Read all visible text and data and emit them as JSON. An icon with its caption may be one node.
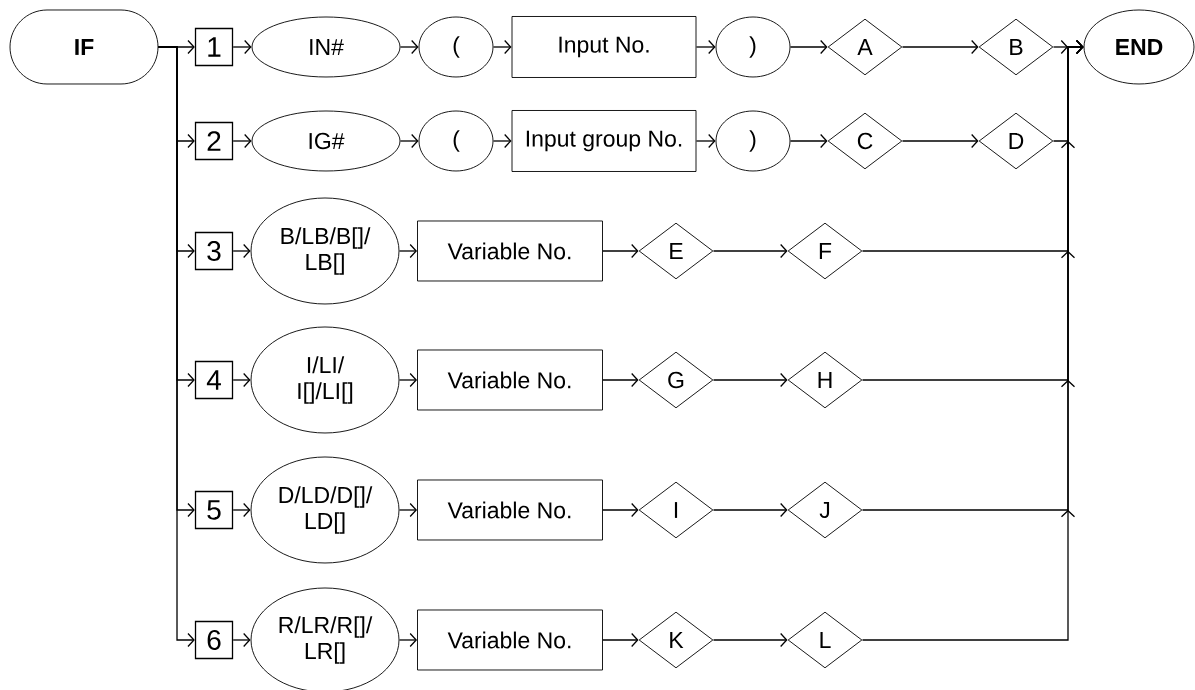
{
  "diagram": {
    "nodes": [
      {
        "text": [
          "IF"
        ]
      },
      {
        "text": [
          "1"
        ]
      },
      {
        "text": [
          "IN#"
        ]
      },
      {
        "text": [
          "("
        ]
      },
      {
        "text": [
          "Input No."
        ]
      },
      {
        "text": [
          ")"
        ]
      },
      {
        "text": [
          "A"
        ]
      },
      {
        "text": [
          "B"
        ]
      },
      {
        "text": [
          "END"
        ]
      },
      {
        "text": [
          "2"
        ]
      },
      {
        "text": [
          "IG#"
        ]
      },
      {
        "text": [
          "("
        ]
      },
      {
        "text": [
          "Input group No."
        ]
      },
      {
        "text": [
          ")"
        ]
      },
      {
        "text": [
          "C"
        ]
      },
      {
        "text": [
          "D"
        ]
      },
      {
        "text": [
          "3"
        ]
      },
      {
        "text": [
          "B/LB/B[]/ LB[]"
        ]
      },
      {
        "text": [
          "Variable No."
        ]
      },
      {
        "text": [
          "E"
        ]
      },
      {
        "text": [
          "F"
        ]
      },
      {
        "text": [
          "4"
        ]
      },
      {
        "text": [
          "I/LI/ I[]/LI[]"
        ]
      },
      {
        "text": [
          "Variable No."
        ]
      },
      {
        "text": [
          "G"
        ]
      },
      {
        "text": [
          "H"
        ]
      },
      {
        "text": [
          "5"
        ]
      },
      {
        "text": [
          "D/LD/D[]/ LD[]"
        ]
      },
      {
        "text": [
          "Variable No."
        ]
      },
      {
        "text": [
          "I"
        ]
      },
      {
        "text": [
          "J"
        ]
      },
      {
        "text": [
          "6"
        ]
      },
      {
        "text": [
          "R/LR/R[]/ LR[]"
        ]
      },
      {
        "text": [
          "Variable No."
        ]
      },
      {
        "text": [
          "K"
        ]
      },
      {
        "text": [
          "L"
        ]
      }
    ],
    "edges": [
      {
        "from": 0,
        "to": 1,
        "arrow": "to"
      },
      {
        "from": 0,
        "to": 9,
        "arrow": "to"
      },
      {
        "from": 0,
        "to": 16,
        "arrow": "to"
      },
      {
        "from": 0,
        "to": 21,
        "arrow": "to"
      },
      {
        "from": 0,
        "to": 26,
        "arrow": "to"
      },
      {
        "from": 0,
        "to": 31,
        "arrow": "to"
      },
      {
        "from": 1,
        "to": 2,
        "arrow": "to"
      },
      {
        "from": 2,
        "to": 3,
        "arrow": "to"
      },
      {
        "from": 3,
        "to": 4,
        "arrow": "to"
      },
      {
        "from": 4,
        "to": 5,
        "arrow": "to"
      },
      {
        "from": 5,
        "to": 6,
        "arrow": "to"
      },
      {
        "from": 6,
        "to": 7,
        "arrow": "to"
      },
      {
        "from": 7,
        "to": 8,
        "arrow": "to"
      },
      {
        "from": 9,
        "to": 10,
        "arrow": "to"
      },
      {
        "from": 10,
        "to": 11,
        "arrow": "to"
      },
      {
        "from": 11,
        "to": 12,
        "arrow": "to"
      },
      {
        "from": 12,
        "to": 13,
        "arrow": "to"
      },
      {
        "from": 13,
        "to": 14,
        "arrow": "to"
      },
      {
        "from": 14,
        "to": 15,
        "arrow": "to"
      },
      {
        "from": 15,
        "to": 8,
        "arrow": "to"
      },
      {
        "from": 16,
        "to": 17,
        "arrow": "to"
      },
      {
        "from": 17,
        "to": 18,
        "arrow": "to"
      },
      {
        "from": 18,
        "to": 19,
        "arrow": "to"
      },
      {
        "from": 19,
        "to": 20,
        "arrow": "to"
      },
      {
        "from": 20,
        "to": 8,
        "arrow": "to"
      },
      {
        "from": 21,
        "to": 22,
        "arrow": "to"
      },
      {
        "from": 22,
        "to": 23,
        "arrow": "to"
      },
      {
        "from": 23,
        "to": 24,
        "arrow": "to"
      },
      {
        "from": 24,
        "to": 25,
        "arrow": "to"
      },
      {
        "from": 25,
        "to": 8,
        "arrow": "to"
      },
      {
        "from": 26,
        "to": 27,
        "arrow": "to"
      },
      {
        "from": 27,
        "to": 28,
        "arrow": "to"
      },
      {
        "from": 28,
        "to": 29,
        "arrow": "to"
      },
      {
        "from": 29,
        "to": 30,
        "arrow": "to"
      },
      {
        "from": 30,
        "to": 8,
        "arrow": "to"
      },
      {
        "from": 31,
        "to": 32,
        "arrow": "to"
      },
      {
        "from": 32,
        "to": 33,
        "arrow": "to"
      },
      {
        "from": 33,
        "to": 34,
        "arrow": "to"
      },
      {
        "from": 34,
        "to": 35,
        "arrow": "to"
      },
      {
        "from": 35,
        "to": 8,
        "arrow": "to"
      }
    ]
  }
}
